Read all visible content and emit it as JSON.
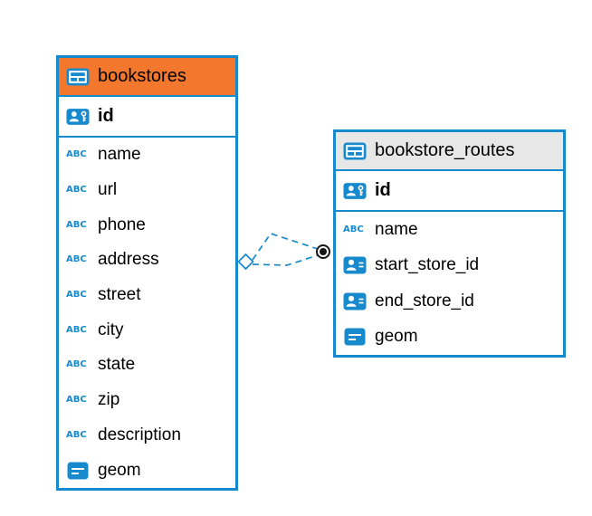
{
  "colors": {
    "accent_blue": "#1789cd",
    "selected_header_orange": "#f4772e",
    "header_gray": "#e7e7e7",
    "relationship_line_blue": "#1789cd",
    "endpoint_dot_black": "#161616",
    "canvas_background": "#ffffff"
  },
  "icons": {
    "table_icon": "table-grid",
    "primary_key_icon": "person-key-badge",
    "text_type_label": "ABC",
    "reference_icon": "person-badge",
    "geometry_icon": "geometry-lines"
  },
  "tables": [
    {
      "name": "bookstores",
      "selected": true,
      "primary_key": "id",
      "columns": [
        "name",
        "url",
        "phone",
        "address",
        "street",
        "city",
        "state",
        "zip",
        "description",
        "geom"
      ],
      "column_types": [
        "text",
        "text",
        "text",
        "text",
        "text",
        "text",
        "text",
        "text",
        "text",
        "geometry"
      ]
    },
    {
      "name": "bookstore_routes",
      "selected": false,
      "primary_key": "id",
      "columns": [
        "name",
        "start_store_id",
        "end_store_id",
        "geom"
      ],
      "column_types": [
        "text",
        "reference",
        "reference",
        "geometry"
      ]
    }
  ],
  "relationships": [
    {
      "from": "bookstore_routes",
      "to": "bookstores",
      "style": "dashed",
      "line_count": 2,
      "marker_near_bookstores": "white-diamond",
      "marker_near_bookstore_routes": "black-dot"
    }
  ]
}
